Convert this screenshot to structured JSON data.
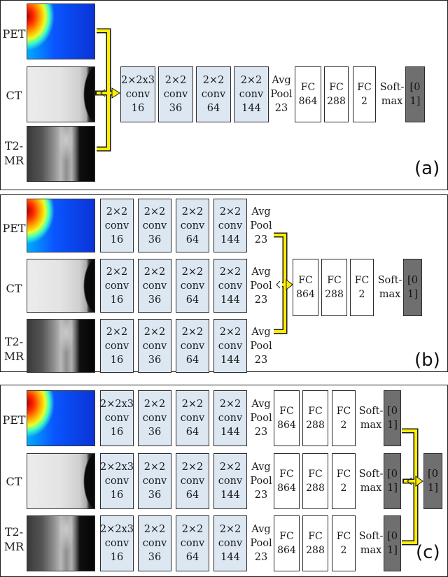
{
  "modalities": {
    "pet": "PET",
    "ct": "CT",
    "mr_line1": "T2-",
    "mr_line2": "MR"
  },
  "panel_a": {
    "tag": "(a)",
    "conv": [
      {
        "l1": "2×2x3",
        "l2": "conv",
        "l3": "16"
      },
      {
        "l1": "2×2",
        "l2": "conv",
        "l3": "36"
      },
      {
        "l1": "2×2",
        "l2": "conv",
        "l3": "64"
      },
      {
        "l1": "2×2",
        "l2": "conv",
        "l3": "144"
      }
    ],
    "pool": {
      "l1": "Avg",
      "l2": "Pool",
      "l3": "23"
    },
    "fc": [
      {
        "l1": "FC",
        "l2": "864"
      },
      {
        "l1": "FC",
        "l2": "288"
      },
      {
        "l1": "FC",
        "l2": "2"
      }
    ],
    "softmax": {
      "l1": "Soft-",
      "l2": "max"
    },
    "output": {
      "l1": "[0",
      "l2": "1]"
    }
  },
  "panel_b": {
    "tag": "(b)",
    "conv": [
      {
        "l1": "2×2",
        "l2": "conv",
        "l3": "16"
      },
      {
        "l1": "2×2",
        "l2": "conv",
        "l3": "36"
      },
      {
        "l1": "2×2",
        "l2": "conv",
        "l3": "64"
      },
      {
        "l1": "2×2",
        "l2": "conv",
        "l3": "144"
      }
    ],
    "pool": {
      "l1": "Avg",
      "l2": "Pool",
      "l3": "23"
    },
    "fc": [
      {
        "l1": "FC",
        "l2": "864"
      },
      {
        "l1": "FC",
        "l2": "288"
      },
      {
        "l1": "FC",
        "l2": "2"
      }
    ],
    "softmax": {
      "l1": "Soft-",
      "l2": "max"
    },
    "output": {
      "l1": "[0",
      "l2": "1]"
    }
  },
  "panel_c": {
    "tag": "(c)",
    "conv": [
      {
        "l1": "2×2x3",
        "l2": "conv",
        "l3": "16"
      },
      {
        "l1": "2×2",
        "l2": "conv",
        "l3": "36"
      },
      {
        "l1": "2×2",
        "l2": "conv",
        "l3": "64"
      },
      {
        "l1": "2×2",
        "l2": "conv",
        "l3": "144"
      }
    ],
    "pool": {
      "l1": "Avg",
      "l2": "Pool",
      "l3": "23"
    },
    "fc": [
      {
        "l1": "FC",
        "l2": "864"
      },
      {
        "l1": "FC",
        "l2": "288"
      },
      {
        "l1": "FC",
        "l2": "2"
      }
    ],
    "softmax": {
      "l1": "Soft-",
      "l2": "max"
    },
    "output": {
      "l1": "[0",
      "l2": "1]"
    },
    "final_output": {
      "l1": "[0",
      "l2": "1]"
    }
  },
  "colors": {
    "arrow": "#ffee00",
    "conv_fill": "#dce7f2",
    "output_fill": "#6f6f6f"
  }
}
